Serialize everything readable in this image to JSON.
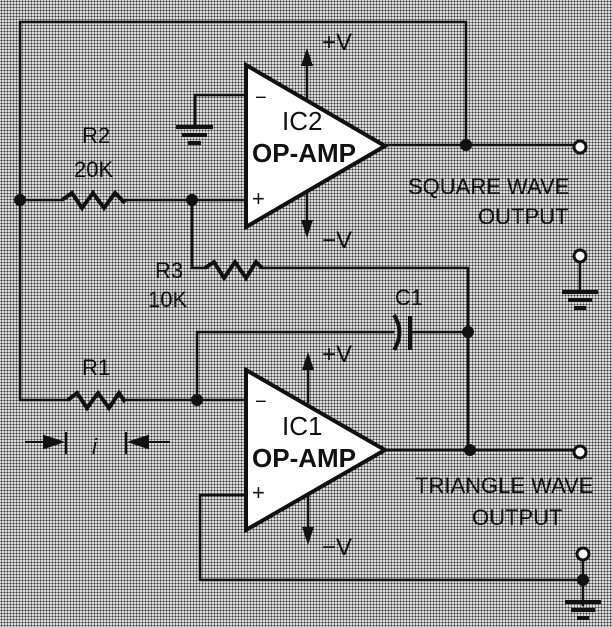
{
  "diagram": {
    "type": "circuit-schematic",
    "title": "Op-amp square/triangle wave generator",
    "components": {
      "ic2": {
        "ref": "IC2",
        "type": "OP-AMP",
        "inv_label": "−",
        "noninv_label": "+",
        "vpos": "+V",
        "vneg": "−V"
      },
      "ic1": {
        "ref": "IC1",
        "type": "OP-AMP",
        "inv_label": "−",
        "noninv_label": "+",
        "vpos": "+V",
        "vneg": "−V"
      },
      "r1": {
        "ref": "R1",
        "value": ""
      },
      "r2": {
        "ref": "R2",
        "value": "20K"
      },
      "r3": {
        "ref": "R3",
        "value": "10K"
      },
      "c1": {
        "ref": "C1",
        "value": ""
      }
    },
    "outputs": {
      "square": {
        "line1": "SQUARE WAVE",
        "line2": "OUTPUT"
      },
      "triangle": {
        "line1": "TRIANGLE WAVE",
        "line2": "OUTPUT"
      }
    },
    "current_label": "i"
  }
}
